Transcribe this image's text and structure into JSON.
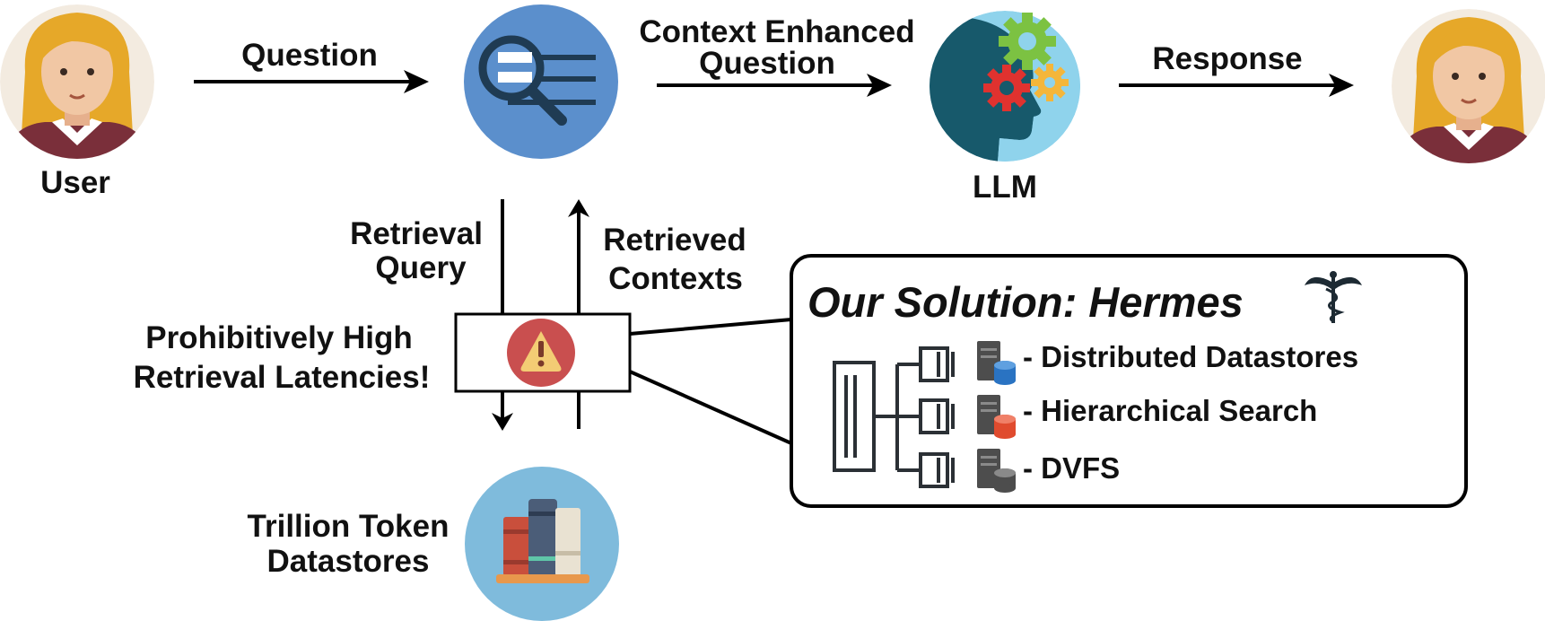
{
  "user_label": "User",
  "edges": {
    "question": "Question",
    "context_enhanced_line1": "Context Enhanced",
    "context_enhanced_line2": "Question",
    "response": "Response",
    "retrieval_query_line1": "Retrieval",
    "retrieval_query_line2": "Query",
    "retrieved_contexts_line1": "Retrieved",
    "retrieved_contexts_line2": "Contexts"
  },
  "llm_label": "LLM",
  "warning": {
    "line1": "Prohibitively High",
    "line2": "Retrieval Latencies!"
  },
  "datastore": {
    "line1": "Trillion Token",
    "line2": "Datastores"
  },
  "solution": {
    "title": "Our Solution: Hermes",
    "items": [
      {
        "label": "- Distributed Datastores",
        "db_color": "#2a73c2"
      },
      {
        "label": "- Hierarchical Search",
        "db_color": "#e04b2e"
      },
      {
        "label": "- DVFS",
        "db_color": "#4d4d4d"
      }
    ]
  },
  "colors": {
    "retriever": "#5b8fcc",
    "retriever_icon": "#1f3b53",
    "llm_head": "#17596b",
    "llm_bg": "#8fd3ec",
    "warning_circle": "#c94f4f",
    "warning_triangle": "#f3cc74",
    "datastore_bg": "#7fbbdc",
    "user_bg": "#f3ebe0",
    "hair": "#e6a829",
    "skin": "#f1c7a4",
    "shirt": "#7a2f3a"
  }
}
